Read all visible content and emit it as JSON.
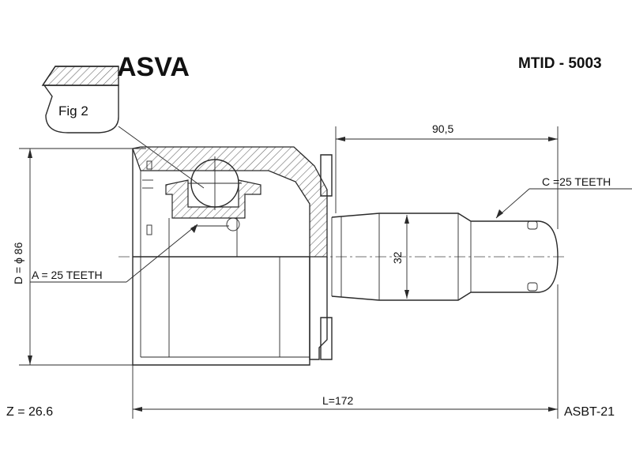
{
  "header": {
    "brand": "ASVA",
    "part_number": "MTID - 5003"
  },
  "callout": {
    "fig_label": "Fig 2"
  },
  "dimensions": {
    "stub_length": "90,5",
    "stub_diameter": "32",
    "outer_diameter": "D = ϕ 86",
    "total_length": "L=172",
    "inner_spline": "A = 25 TEETH",
    "outer_spline": "C =25 TEETH",
    "abs_teeth": "Z = 26.6",
    "boot_code": "ASBT-21"
  },
  "colors": {
    "line": "#2a2a2a",
    "hatch": "#6a6a6a",
    "background": "#ffffff"
  }
}
